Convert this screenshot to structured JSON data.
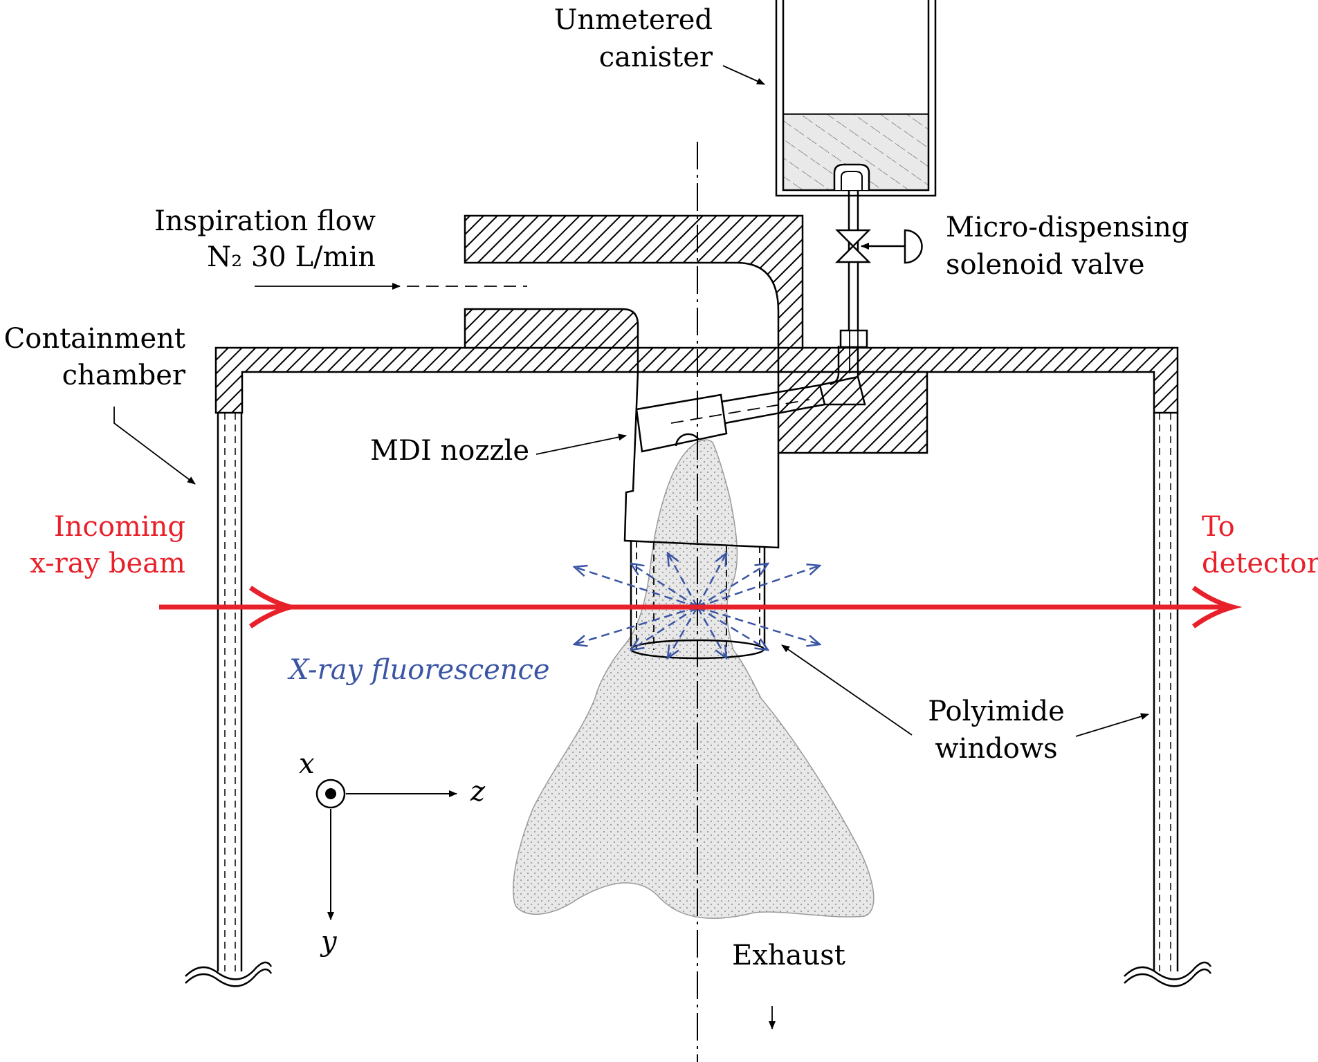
{
  "diagram": {
    "labels": {
      "canister_line1": "Unmetered",
      "canister_line2": "canister",
      "inspiration_line1": "Inspiration flow",
      "inspiration_line2": "N₂ 30 L/min",
      "valve_line1": "Micro-dispensing",
      "valve_line2": "solenoid valve",
      "chamber_line1": "Containment",
      "chamber_line2": "chamber",
      "nozzle": "MDI nozzle",
      "incoming_line1": "Incoming",
      "incoming_line2": "x-ray beam",
      "detector_line1": "To",
      "detector_line2": "detector",
      "fluorescence": "X-ray fluorescence",
      "windows_line1": "Polyimide",
      "windows_line2": "windows",
      "axis_x": "x",
      "axis_y": "y",
      "axis_z": "z",
      "exhaust": "Exhaust"
    },
    "colors": {
      "beam": "#e8202a",
      "fluorescence": "#3a55a4",
      "line": "#000000",
      "spray_fill": "#e6e6e6",
      "spray_edge": "#9a9a9a"
    }
  }
}
